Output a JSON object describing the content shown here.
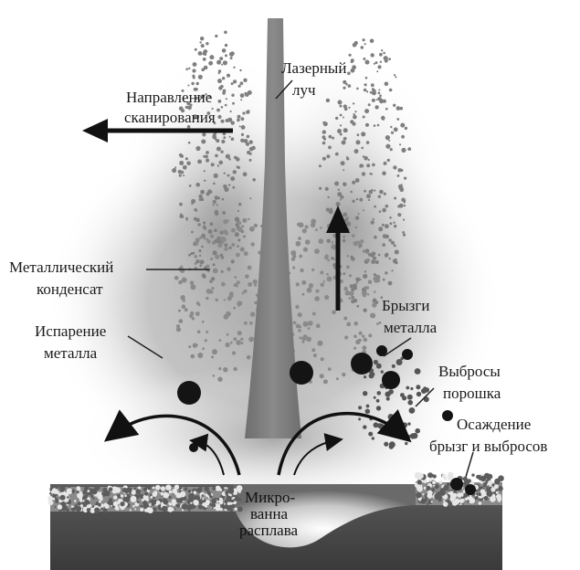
{
  "labels": {
    "laser_line1": "Лазерный",
    "laser_line2": "луч",
    "scan_line1": "Направление",
    "scan_line2": "сканирования",
    "condensate_line1": "Металлический",
    "condensate_line2": "конденсат",
    "evaporation_line1": "Испарение",
    "evaporation_line2": "металла",
    "spatter_line1": "Брызги",
    "spatter_line2": "металла",
    "ejecta_line1": "Выбросы",
    "ejecta_line2": "порошка",
    "deposition_line1": "Осаждение",
    "deposition_line2": "брызг и выбросов",
    "pool_line1": "Микро-",
    "pool_line2": "ванна",
    "pool_line3": "расплава"
  },
  "colors": {
    "plume": "#8a8a8a",
    "particle": "#9a9a9a",
    "droplet": "#141414",
    "substrate": "#4a4a4a",
    "beam": "#7a7a7a"
  }
}
